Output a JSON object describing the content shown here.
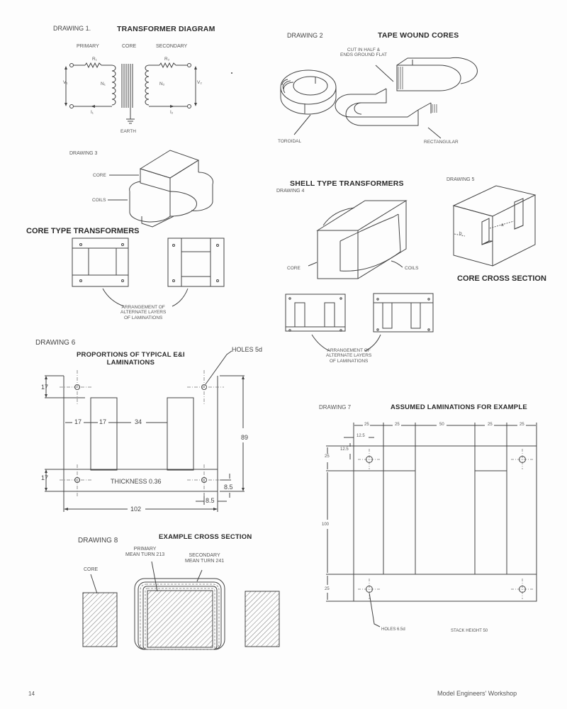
{
  "page": {
    "number": "14",
    "publication": "Model Engineers' Workshop",
    "background": "#fdfdfd",
    "ink": "#333333"
  },
  "drawing1": {
    "label": "DRAWING 1.",
    "title": "TRANSFORMER DIAGRAM",
    "primary": "PRIMARY",
    "core": "CORE",
    "secondary": "SECONDARY",
    "r1": "R₁",
    "r2": "R₂",
    "v1": "V₁",
    "v2": "V₂",
    "n1": "N₁",
    "n2": "N₂",
    "i1": "I₁",
    "i2": "I₂",
    "earth": "EARTH"
  },
  "drawing2": {
    "label": "DRAWING 2",
    "title": "TAPE WOUND CORES",
    "note_line1": "CUT IN HALF &",
    "note_line2": "ENDS GROUND FLAT",
    "toroidal": "TOROIDAL",
    "rectangular": "RECTANGULAR"
  },
  "drawing3": {
    "label": "DRAWING 3",
    "core": "CORE",
    "coils": "COILS",
    "section_title": "CORE TYPE TRANSFORMERS",
    "arrangement_line1": "ARRANGEMENT OF",
    "arrangement_line2": "ALTERNATE LAYERS",
    "arrangement_line3": "OF LAMINATIONS"
  },
  "drawing4": {
    "section_title": "SHELL TYPE TRANSFORMERS",
    "label": "DRAWING 4",
    "core": "CORE",
    "coils": "COILS",
    "arrangement_line1": "ARRANGEMENT OF",
    "arrangement_line2": "ALTERNATE LAYERS",
    "arrangement_line3": "OF LAMINATIONS"
  },
  "drawing5": {
    "label": "DRAWING 5",
    "dim_a": "a",
    "dim_b": "b",
    "title": "CORE CROSS SECTION"
  },
  "drawing6": {
    "label": "DRAWING 6",
    "title_line1": "PROPORTIONS OF TYPICAL E&I",
    "title_line2": "LAMINATIONS",
    "holes": "HOLES 5d",
    "dim_top": "17",
    "dim_bottom": "17",
    "dim_w1": "17",
    "dim_w2": "17",
    "dim_w3": "34",
    "dim_height": "89",
    "dim_width": "102",
    "dim_hole_v": "8.5",
    "dim_hole_h": "8.5",
    "thickness": "THICKNESS 0.36"
  },
  "drawing7": {
    "label": "DRAWING 7",
    "title": "ASSUMED LAMINATIONS FOR EXAMPLE",
    "top_dims": [
      "25",
      "25",
      "50",
      "25",
      "25"
    ],
    "dim_hole_x": "12.5",
    "dim_hole_y": "12.5",
    "dim_top": "25",
    "dim_window": "100",
    "dim_bottom": "25",
    "holes": "HOLES 6.5d",
    "stack": "STACK HEIGHT 50"
  },
  "drawing8": {
    "label": "DRAWING 8",
    "title": "EXAMPLE CROSS SECTION",
    "primary_line1": "PRIMARY",
    "primary_line2": "MEAN TURN 213",
    "secondary_line1": "SECONDARY",
    "secondary_line2": "MEAN TURN 241",
    "core": "CORE"
  }
}
